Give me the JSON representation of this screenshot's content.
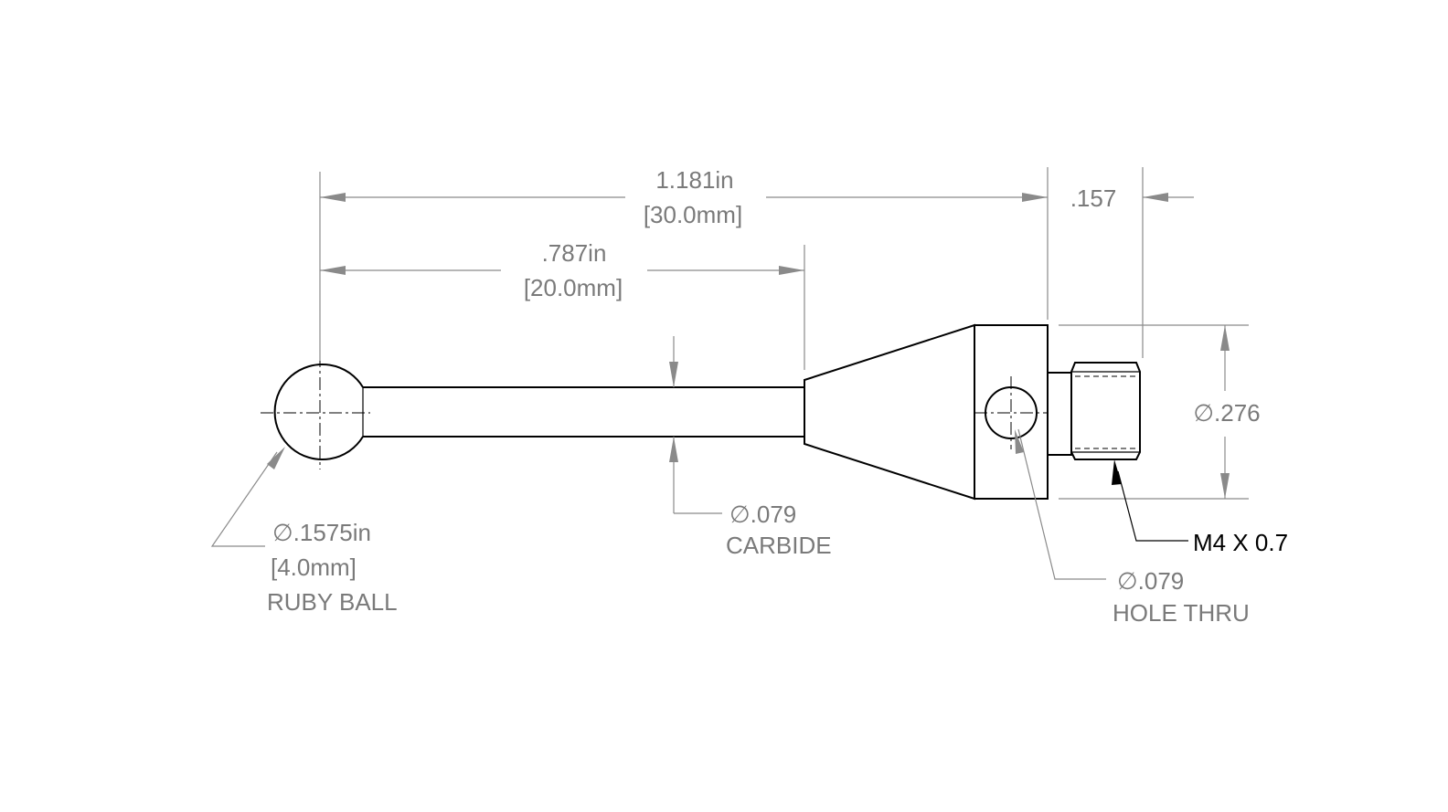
{
  "dimensions": {
    "overall_length": {
      "in": "1.181in",
      "mm": "[30.0mm]"
    },
    "stem_length": {
      "in": ".787in",
      "mm": "[20.0mm]"
    },
    "thread_length": ".157",
    "body_diameter": "∅.276"
  },
  "callouts": {
    "ball": {
      "diameter": "∅.1575in",
      "mm": "[4.0mm]",
      "material": "RUBY BALL"
    },
    "stem": {
      "diameter": "∅.079",
      "material": "CARBIDE"
    },
    "thread": {
      "spec": "M4 X 0.7"
    },
    "hole": {
      "diameter": "∅.079",
      "note": "HOLE THRU"
    }
  },
  "colors": {
    "part_lines": "#000000",
    "dimension_lines": "#8a8a8a",
    "dimension_text": "#7a7a7a"
  }
}
